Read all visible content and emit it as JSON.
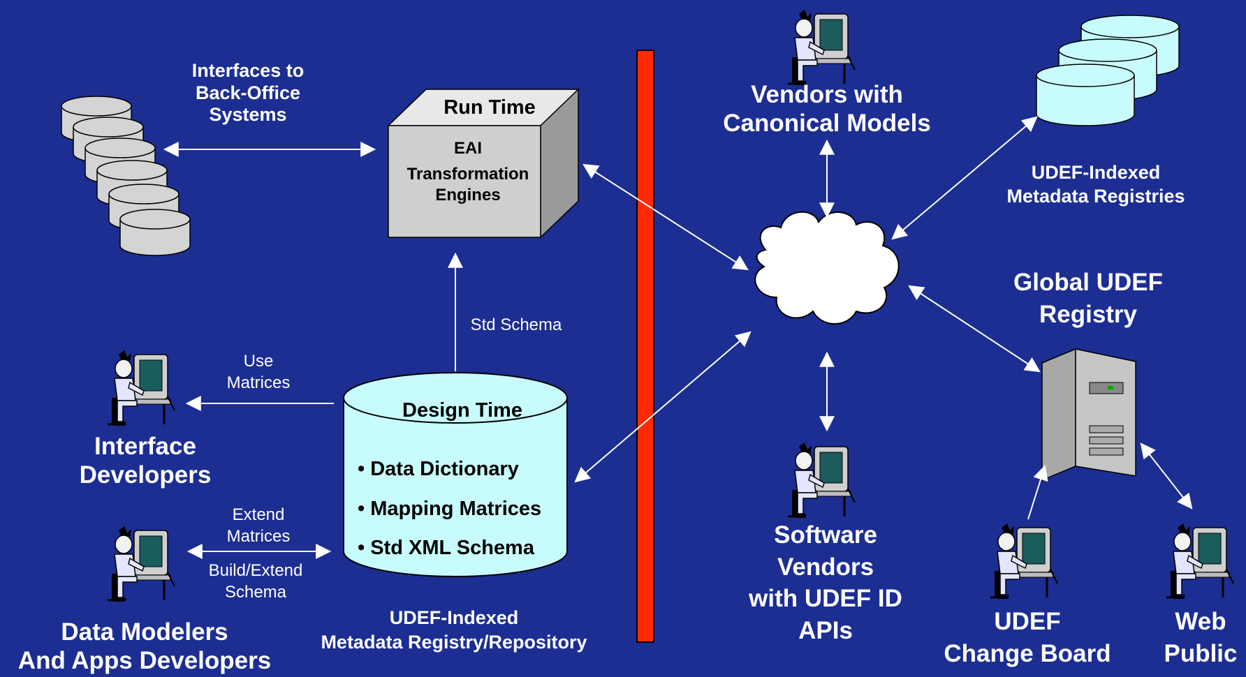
{
  "labels": {
    "interfaces": [
      "Interfaces to",
      "Back-Office",
      "Systems"
    ],
    "run_time_title": "Run Time",
    "run_time_lines": [
      "EAI",
      "Transformation",
      "Engines"
    ],
    "std_schema": "Std Schema",
    "use_matrices": [
      "Use",
      "Matrices"
    ],
    "interface_developers": [
      "Interface",
      "Developers"
    ],
    "extend_matrices": [
      "Extend",
      "Matrices"
    ],
    "build_extend_schema": [
      "Build/Extend",
      "Schema"
    ],
    "data_modelers": [
      "Data Modelers",
      "And Apps Developers"
    ],
    "design_time_title": "Design Time",
    "design_bullets": [
      "• Data Dictionary",
      "• Mapping Matrices",
      "• Std XML Schema"
    ],
    "repository": [
      "UDEF-Indexed",
      "Metadata Registry/Repository"
    ],
    "vendors_canonical": [
      "Vendors with",
      "Canonical Models"
    ],
    "registries": [
      "UDEF-Indexed",
      "Metadata Registries"
    ],
    "global_registry": [
      "Global UDEF",
      "Registry"
    ],
    "software_vendors": [
      "Software",
      "Vendors",
      "with UDEF ID",
      "APIs"
    ],
    "change_board": [
      "UDEF",
      "Change Board"
    ],
    "web_public": [
      "Web",
      "Public"
    ]
  },
  "colors": {
    "background": "#1c2e92",
    "divider": "#ff2a00",
    "cylinder": "#c8fcfc",
    "box": "#cfcfcf",
    "text": "#ffffff"
  },
  "icons": [
    "database-stack-icon",
    "cube-icon",
    "cloud-icon",
    "server-icon",
    "person-at-computer-icon"
  ]
}
